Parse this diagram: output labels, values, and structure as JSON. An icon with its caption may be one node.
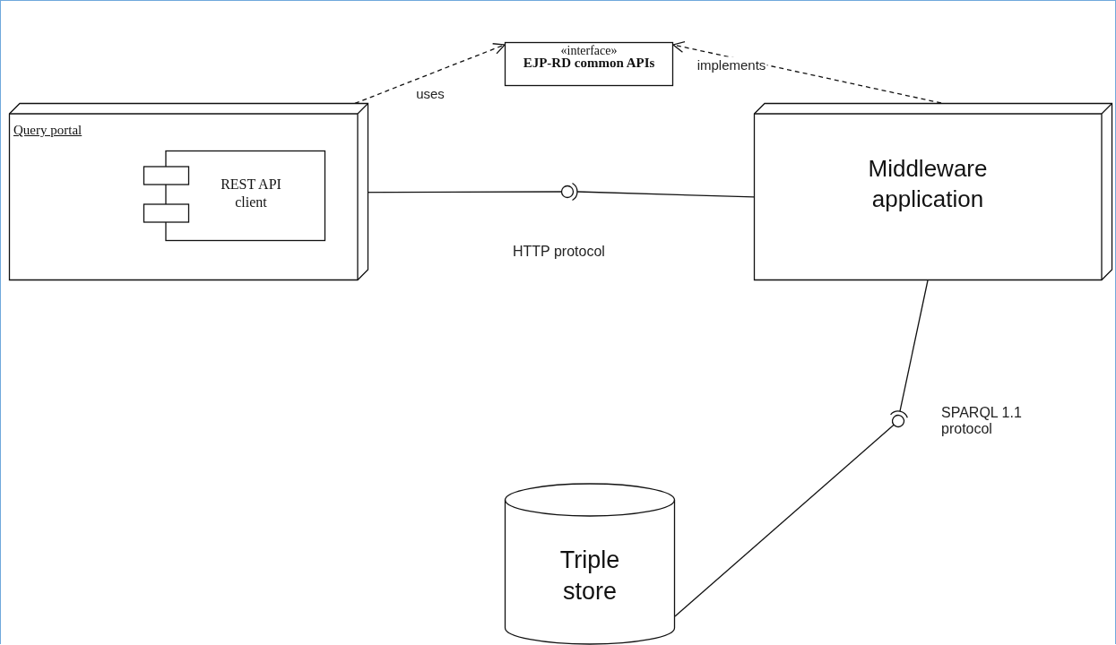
{
  "diagram": {
    "nodes": [
      {
        "text": [
          "«interface»",
          "EJP-RD common APIs"
        ]
      },
      {
        "text": [
          "Query portal"
        ]
      },
      {
        "text": [
          "REST API client"
        ],
        "in": 1
      },
      {
        "text": [
          "Middleware application"
        ]
      },
      {
        "text": [
          "Triple store"
        ]
      },
      {
        "text": [],
        "shape": "circle"
      },
      {
        "text": [],
        "shape": "circle"
      }
    ],
    "edges": [
      {
        "from": 2,
        "to": 0,
        "arrow": "to",
        "label": "uses",
        "style": "dashed"
      },
      {
        "from": 3,
        "to": 0,
        "arrow": "to",
        "label": "implements",
        "style": "dashed"
      },
      {
        "from": 2,
        "to": 5,
        "arrow": "none"
      },
      {
        "from": 3,
        "to": 5,
        "arrow": "none"
      },
      {
        "from": 3,
        "to": 6,
        "arrow": "none"
      },
      {
        "from": 4,
        "to": 6,
        "arrow": "none"
      }
    ],
    "labels": [
      "HTTP protocol",
      "SPARQL 1.1 protocol"
    ]
  }
}
